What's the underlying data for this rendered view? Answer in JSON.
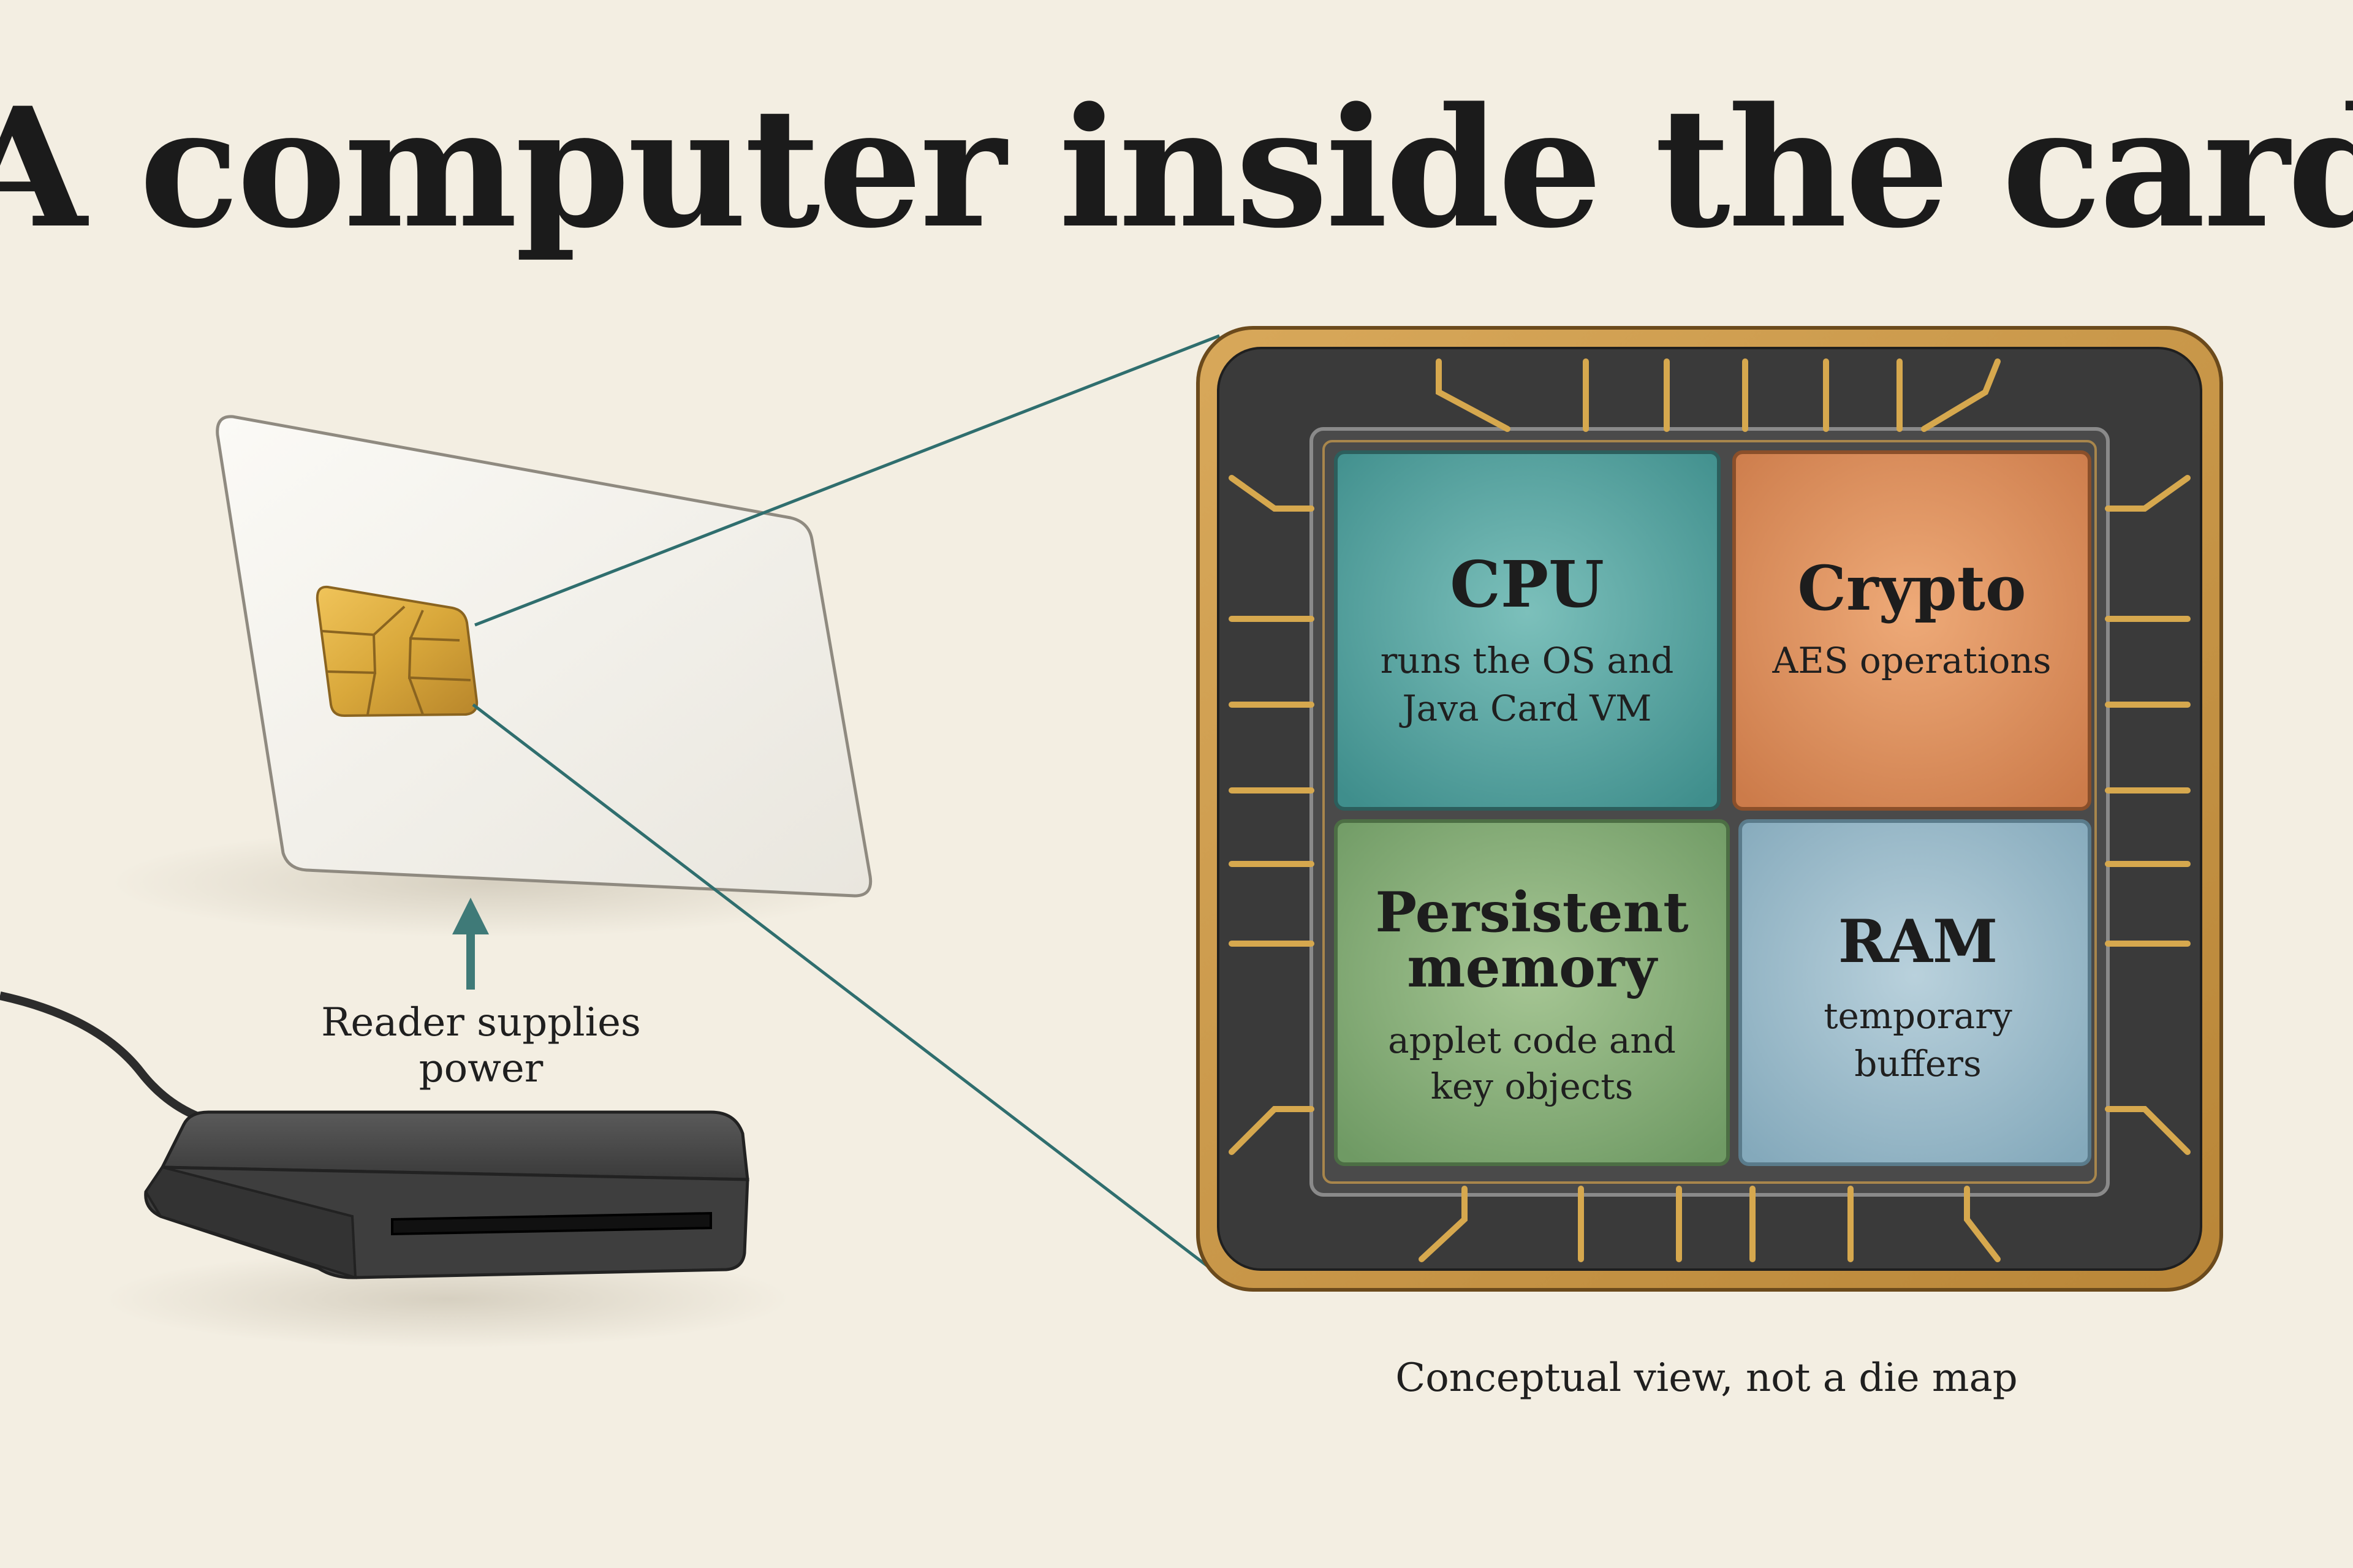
{
  "title": "A computer inside the card",
  "reader_caption": {
    "line1": "Reader supplies",
    "line2": "power"
  },
  "footnote": "Conceptual view, not a die map",
  "blocks": {
    "cpu": {
      "title": "CPU",
      "sub1": "runs the OS and",
      "sub2": "Java Card VM",
      "color": "#5ea8a4"
    },
    "crypto": {
      "title": "Crypto",
      "sub1": "AES operations",
      "color": "#df9566"
    },
    "persistent": {
      "title1": "Persistent",
      "title2": "memory",
      "sub1": "applet code and",
      "sub2": "key objects",
      "color": "#8fb582"
    },
    "ram": {
      "title": "RAM",
      "sub1": "temporary",
      "sub2": "buffers",
      "color": "#9fbfcf"
    }
  },
  "colors": {
    "background": "#f3eee2",
    "chip_frame": "#c9974a",
    "chip_body": "#3a3a3a",
    "connector_line": "#2f6e6e",
    "arrow": "#3f7a78",
    "reader": "#3c3c3c"
  }
}
